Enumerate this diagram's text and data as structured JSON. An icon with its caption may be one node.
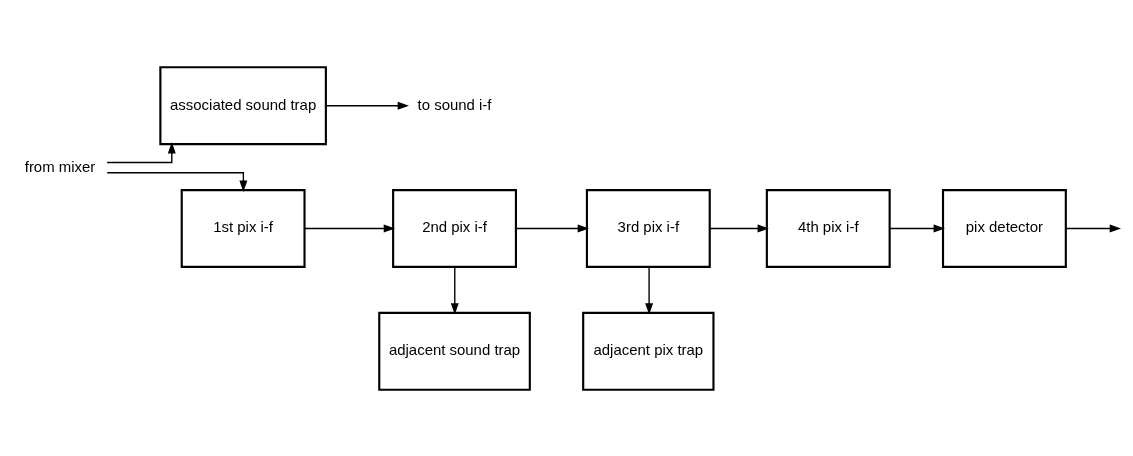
{
  "diagram": {
    "nodes": [
      {
        "text": [
          "from mixer"
        ]
      },
      {
        "text": [
          "associated sound trap"
        ]
      },
      {
        "text": [
          "to sound i-f"
        ]
      },
      {
        "text": [
          "1st pix i-f"
        ]
      },
      {
        "text": [
          "2nd pix i-f"
        ]
      },
      {
        "text": [
          "3rd pix i-f"
        ]
      },
      {
        "text": [
          "4th pix i-f"
        ]
      },
      {
        "text": [
          "pix detector"
        ]
      },
      {
        "text": [
          "adjacent sound trap"
        ]
      },
      {
        "text": [
          "adjacent pix trap"
        ]
      }
    ],
    "edges": [
      {
        "from": 0,
        "to": 1,
        "arrow": "to"
      },
      {
        "from": 0,
        "to": 3,
        "arrow": "to"
      },
      {
        "from": 1,
        "to": 2,
        "arrow": "to"
      },
      {
        "from": 3,
        "to": 4,
        "arrow": "to"
      },
      {
        "from": 4,
        "to": 5,
        "arrow": "to"
      },
      {
        "from": 5,
        "to": 6,
        "arrow": "to"
      },
      {
        "from": 6,
        "to": 7,
        "arrow": "to"
      },
      {
        "from": 7,
        "to": null,
        "arrow": "to"
      },
      {
        "from": 4,
        "to": 8,
        "arrow": "to"
      },
      {
        "from": 5,
        "to": 9,
        "arrow": "to"
      }
    ]
  }
}
